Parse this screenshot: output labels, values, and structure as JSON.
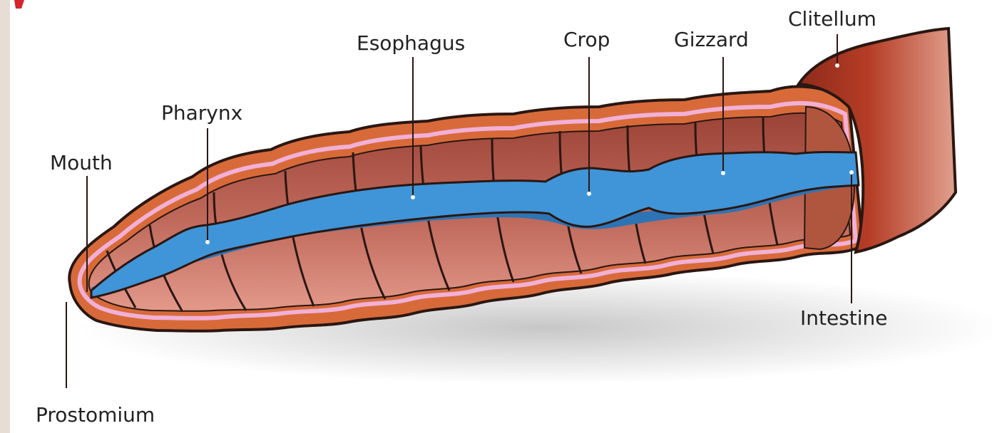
{
  "diagram": {
    "labels": {
      "clitellum": "Clitellum",
      "esophagus": "Esophagus",
      "crop": "Crop",
      "gizzard": "Gizzard",
      "pharynx": "Pharynx",
      "mouth": "Mouth",
      "intestine": "Intestine",
      "prostomium": "Prostomium"
    }
  },
  "colors": {
    "left_border": "#e7ddd4",
    "outer_body": "#d86a3a",
    "lining": "#f1b0d6",
    "cavity": "#a44a3e",
    "inner_wall": "#d98676",
    "digestive_tract": "#3f95d8",
    "digestive_shadow": "#2d74b5",
    "clitellum": "#b53d26",
    "outline": "#2a1712",
    "accent_marker": "#d8242d"
  }
}
